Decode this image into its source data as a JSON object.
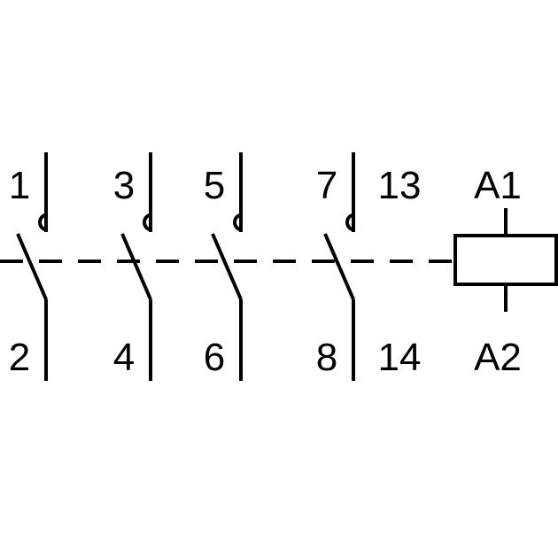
{
  "diagram": {
    "kind": "contactor-schematic",
    "colors": {
      "line": "#000000",
      "background": "#ffffff"
    },
    "contacts": [
      {
        "top": "1",
        "bottom": "2"
      },
      {
        "top": "3",
        "bottom": "4"
      },
      {
        "top": "5",
        "bottom": "6"
      },
      {
        "top": "7",
        "bottom": "8"
      }
    ],
    "aux_contact": {
      "top": "13",
      "bottom": "14"
    },
    "coil": {
      "top": "A1",
      "bottom": "A2"
    }
  }
}
